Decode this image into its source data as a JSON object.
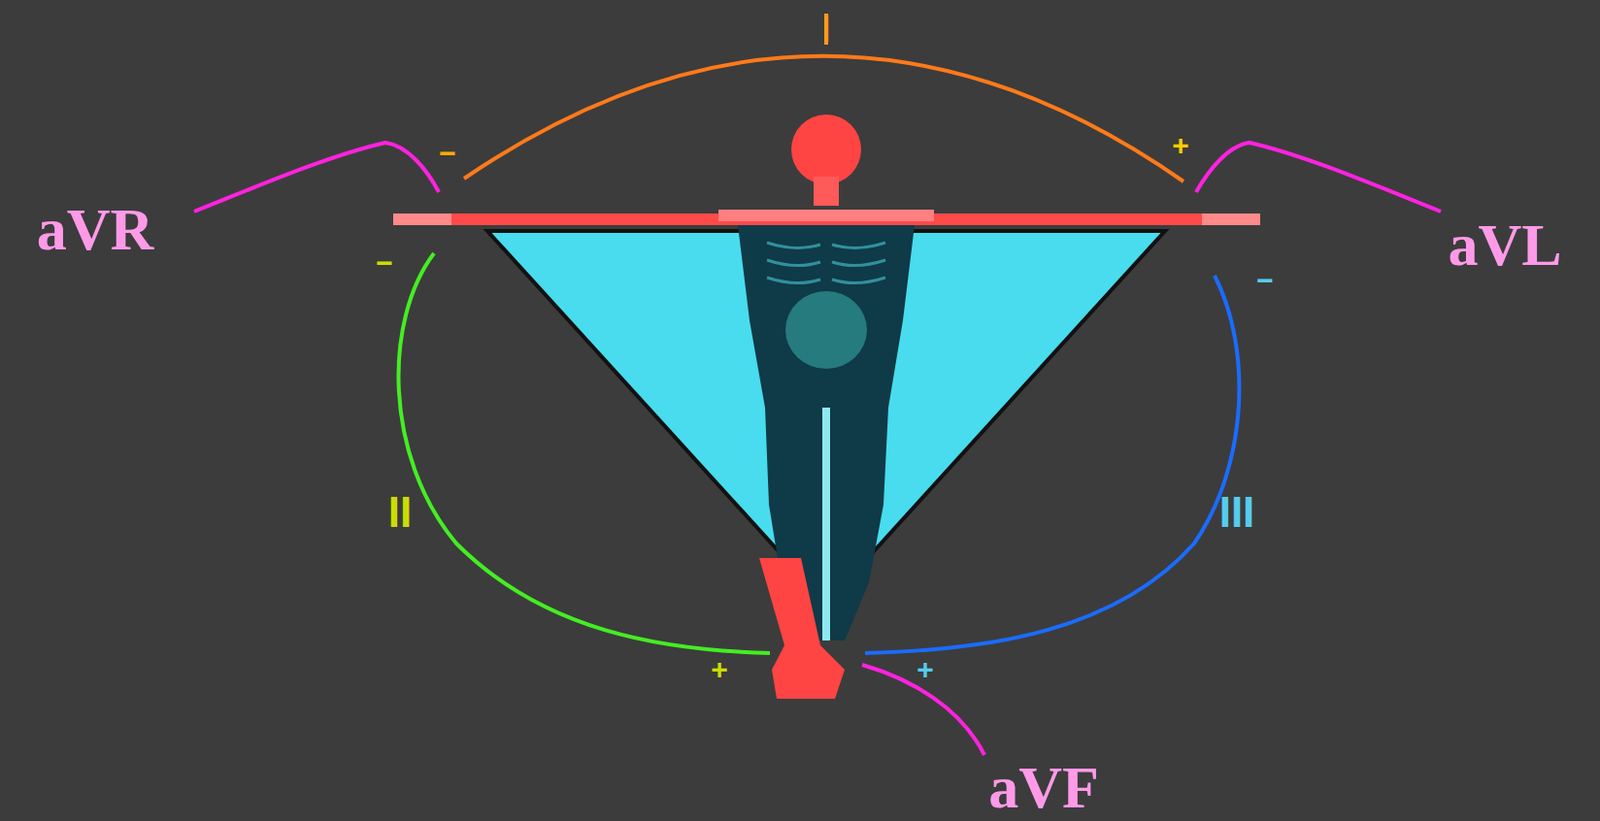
{
  "diagram": {
    "labels": [
      "I",
      "aVR",
      "−",
      "+",
      "aVL",
      "−",
      "−",
      "II",
      "III",
      "+",
      "+",
      "aVF"
    ]
  }
}
